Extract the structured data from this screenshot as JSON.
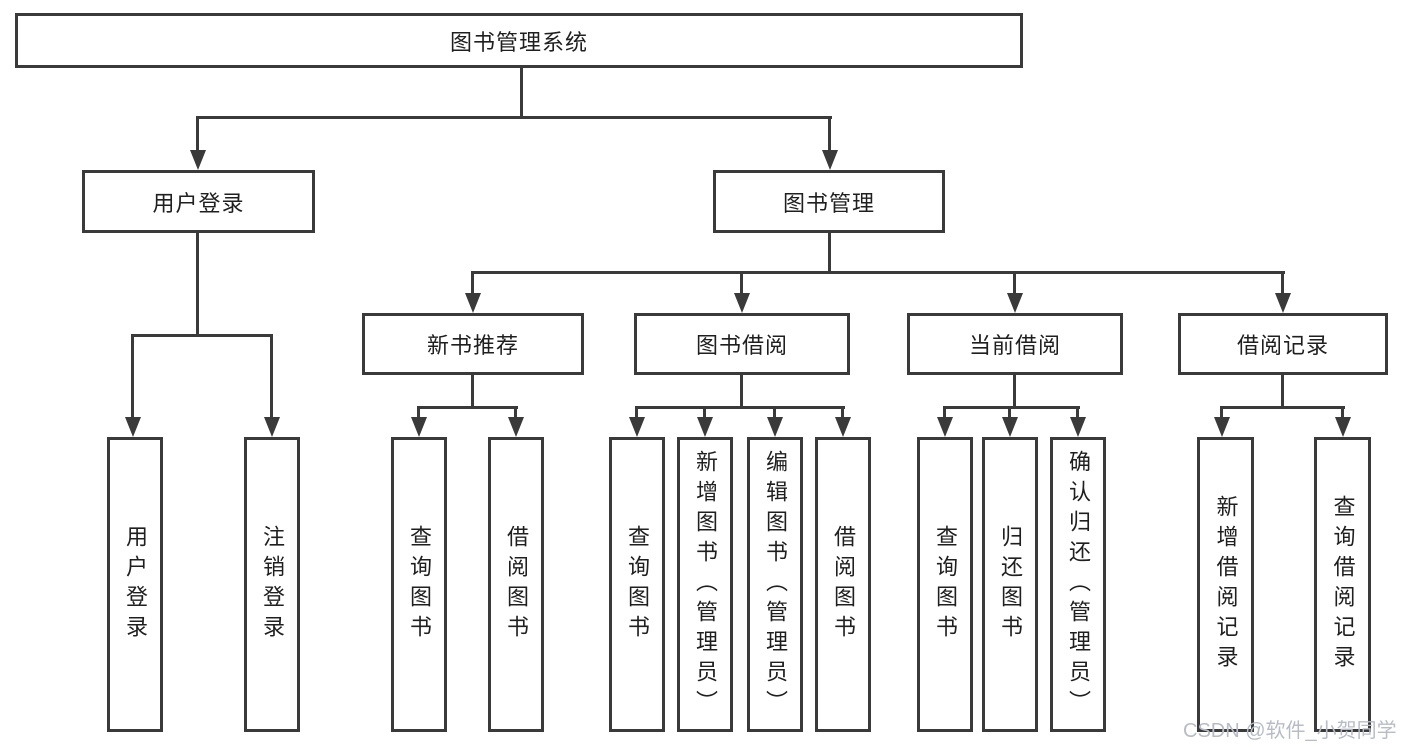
{
  "tree": {
    "root": {
      "label": "图书管理系统",
      "children": [
        {
          "label": "用户登录",
          "children": [
            {
              "label": "用户登录"
            },
            {
              "label": "注销登录"
            }
          ]
        },
        {
          "label": "图书管理",
          "children": [
            {
              "label": "新书推荐",
              "children": [
                {
                  "label": "查询图书"
                },
                {
                  "label": "借阅图书"
                }
              ]
            },
            {
              "label": "图书借阅",
              "children": [
                {
                  "label": "查询图书"
                },
                {
                  "label": "新增图书（管理员）"
                },
                {
                  "label": "编辑图书（管理员）"
                },
                {
                  "label": "借阅图书"
                }
              ]
            },
            {
              "label": "当前借阅",
              "children": [
                {
                  "label": "查询图书"
                },
                {
                  "label": "归还图书"
                },
                {
                  "label": "确认归还（管理员）"
                }
              ]
            },
            {
              "label": "借阅记录",
              "children": [
                {
                  "label": "新增借阅记录"
                },
                {
                  "label": "查询借阅记录"
                }
              ]
            }
          ]
        }
      ]
    }
  },
  "watermark": {
    "text": "CSDN @软件_小贺同学"
  },
  "colors": {
    "line": "#3a3a3a",
    "text": "#1f1f1f",
    "watermark": "#b8bcc6",
    "background": "#ffffff"
  }
}
